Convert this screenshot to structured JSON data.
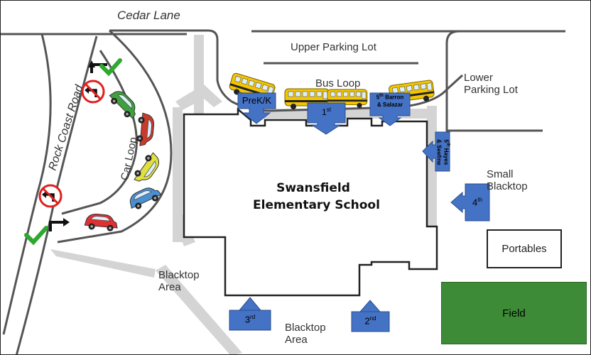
{
  "map": {
    "road_cedar": "Cedar Lane",
    "road_rock_coast": "Rock Coast Road",
    "upper_parking": "Upper Parking Lot",
    "lower_parking_line1": "Lower",
    "lower_parking_line2": "Parking Lot",
    "bus_loop": "Bus Loop",
    "car_loop": "Car Loop",
    "school_line1": "Swansfield",
    "school_line2": "Elementary School",
    "small_blacktop_line1": "Small",
    "small_blacktop_line2": "Blacktop",
    "portables": "Portables",
    "field": "Field",
    "blacktop_left_line1": "Blacktop",
    "blacktop_left_line2": "Area",
    "blacktop_bottom_line1": "Blacktop",
    "blacktop_bottom_line2": "Area"
  },
  "doors": {
    "prek": "PreK/K",
    "first_num": "1",
    "first_sup": "st",
    "fifth_barron_num": "5",
    "fifth_barron_sup": "th",
    "fifth_barron_line1": "Barron",
    "fifth_barron_line2": "& Salazar",
    "fifth_hayes_num": "5",
    "fifth_hayes_sup": "th",
    "fifth_hayes_line1": "Hayes",
    "fifth_hayes_line2": "& Seefine",
    "fourth_num": "4",
    "fourth_sup": "th",
    "third_num": "3",
    "third_sup": "rd",
    "second_num": "2",
    "second_sup": "nd"
  },
  "colors": {
    "door_arrow": "#4472c4",
    "field": "#3d8b37",
    "bus": "#f2c500",
    "walkway": "#d4d4d4",
    "no_entry": "#e02020",
    "check": "#2ea82e"
  },
  "icons": {
    "bus": "school-bus-icon",
    "car": "car-icon",
    "turn_allowed": "check-icon",
    "turn_prohibited": "no-turn-icon"
  }
}
